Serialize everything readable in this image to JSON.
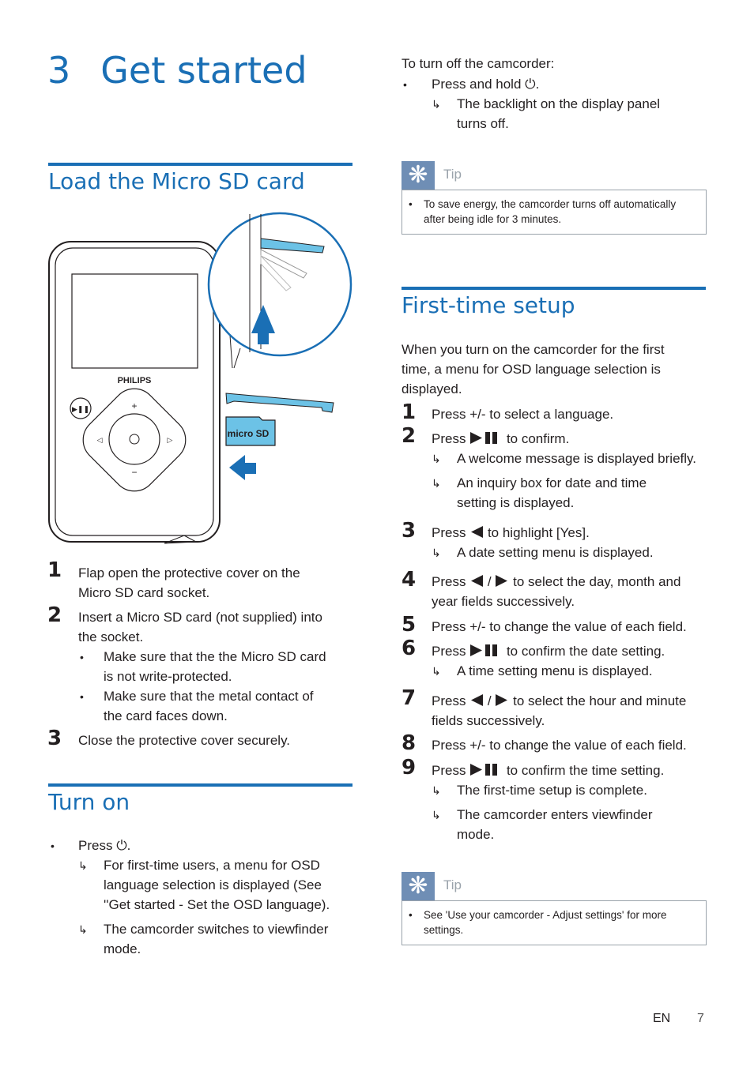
{
  "chapter": {
    "number": "3",
    "title": "Get started"
  },
  "load_sd": {
    "title": "Load the Micro SD card",
    "device_brand": "PHILIPS",
    "sd_logo": "micro SD",
    "steps": [
      {
        "num": "1",
        "text_l1": "Flap open the protective cover on the",
        "text_l2": "Micro SD card socket."
      },
      {
        "num": "2",
        "text_l1": "Insert a Micro SD card (not supplied) into",
        "text_l2": "the socket."
      },
      {
        "num": "3",
        "text_l1": "Close the protective cover securely."
      }
    ],
    "bullets": [
      {
        "l1": "Make sure that the the Micro SD card",
        "l2": "is not write-protected."
      },
      {
        "l1": "Make sure that the metal contact of",
        "l2": "the card faces down."
      }
    ]
  },
  "turn_on": {
    "title": "Turn on",
    "press": "Press",
    "results": [
      {
        "l1": "For first-time users, a menu for OSD",
        "l2": "language selection is displayed (See",
        "l3": "''Get started - Set the OSD language)."
      },
      {
        "l1": "The camcorder switches to viewfinder",
        "l2": "mode."
      }
    ]
  },
  "turn_off": {
    "heading": "To turn off the camcorder:",
    "press_hold": "Press and hold",
    "result_l1": "The backlight on the display panel",
    "result_l2": "turns off."
  },
  "tip1": {
    "label": "Tip",
    "l1": "To save energy, the camcorder turns off automatically",
    "l2": "after being idle for 3 minutes."
  },
  "setup": {
    "title": "First-time setup",
    "intro_l1": "When you turn on the camcorder for the first",
    "intro_l2": "time, a menu for OSD language selection is",
    "intro_l3": "displayed.",
    "press": "Press",
    "s1_key": "+/-",
    "s1_text": "to select a language.",
    "s2_text": "to confirm.",
    "s2_r1": "A welcome message is displayed briefly.",
    "s2_r2_l1": "An inquiry box for date and time",
    "s2_r2_l2": "setting is displayed.",
    "s3_text": "to highlight",
    "s3_key": "[Yes]",
    "s3_r1": "A date setting menu is displayed.",
    "s4_text_l1": "to select the day, month and",
    "s4_text_l2": "year fields successively.",
    "s5_key": "+/-",
    "s5_text": "to change the value of each field.",
    "s6_text": "to confirm the date setting.",
    "s6_r1": "A time setting menu is displayed.",
    "s7_text_l1": "to select the hour and minute",
    "s7_text_l2": "fields successively.",
    "s8_key": "+/-",
    "s8_text": "to change the value of each field.",
    "s9_text": "to confirm the time setting.",
    "s9_r1": "The first-time setup is complete.",
    "s9_r2_l1": "The camcorder enters viewfinder",
    "s9_r2_l2": "mode.",
    "nums": [
      "1",
      "2",
      "3",
      "4",
      "5",
      "6",
      "7",
      "8",
      "9"
    ]
  },
  "tip2": {
    "label": "Tip",
    "l1": "See 'Use your camcorder - Adjust settings' for more",
    "l2": "settings."
  },
  "footer": {
    "lang": "EN",
    "page": "7"
  },
  "colors": {
    "accent": "#1a6fb5",
    "tip_icon": "#6f8eb5",
    "tip_border": "#9aa3ab"
  },
  "icons": [
    "power-icon",
    "play-pause-icon",
    "left-triangle-icon",
    "right-triangle-icon",
    "result-arrow-icon",
    "tip-icon"
  ]
}
